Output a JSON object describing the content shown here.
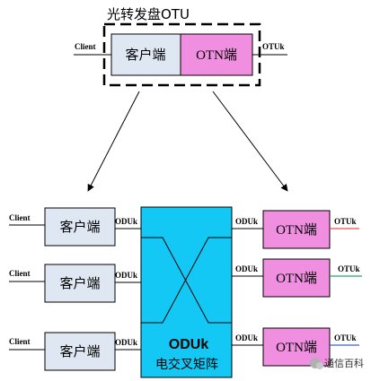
{
  "top": {
    "title": "光转发盘OTU",
    "client_label": "Client",
    "otuk_label": "OTUk",
    "client_box": "客户端",
    "otn_box": "OTN端"
  },
  "bottom": {
    "rows": [
      {
        "client_label": "Client",
        "client_box": "客户端",
        "oduk_left": "ODUk",
        "oduk_right": "ODUk",
        "otn_box": "OTN端",
        "otuk_label": "OTUk",
        "line_color": "#e8504a"
      },
      {
        "client_label": "Client",
        "client_box": "客户端",
        "oduk_left": "ODUk",
        "oduk_right": "ODUk",
        "otn_box": "OTN端",
        "otuk_label": "OTUk",
        "line_color": "#22a86a"
      },
      {
        "client_label": "Client",
        "client_box": "客户端",
        "oduk_left": "ODUk",
        "oduk_right": "ODUk",
        "otn_box": "OTN端",
        "otuk_label": "OTUk",
        "line_color": "#3c5fd6"
      }
    ],
    "matrix_title": "ODUk",
    "matrix_sub": "电交叉矩阵"
  },
  "watermark": "通信百科",
  "colors": {
    "client_fill": "#dfe7f3",
    "otn_fill": "#f08ee0",
    "matrix_fill": "#14c8f5"
  }
}
